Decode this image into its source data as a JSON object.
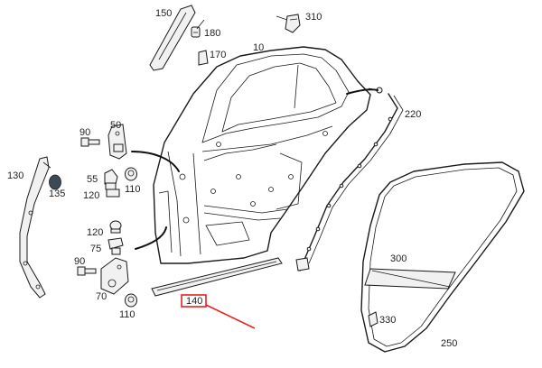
{
  "diagram": {
    "callouts": {
      "c150": "150",
      "c180": "180",
      "c170": "170",
      "c310": "310",
      "c10": "10",
      "c220": "220",
      "c90a": "90",
      "c50": "50",
      "c130": "130",
      "c135": "135",
      "c55": "55",
      "c120a": "120",
      "c110a": "110",
      "c120b": "120",
      "c75": "75",
      "c90b": "90",
      "c70": "70",
      "c110b": "110",
      "c140": "140",
      "c300": "300",
      "c330": "330",
      "c250": "250"
    },
    "colors": {
      "highlight_box": "#e8231e",
      "pointer_arrow": "#e8231e",
      "grommet": "#3c4a57"
    }
  }
}
